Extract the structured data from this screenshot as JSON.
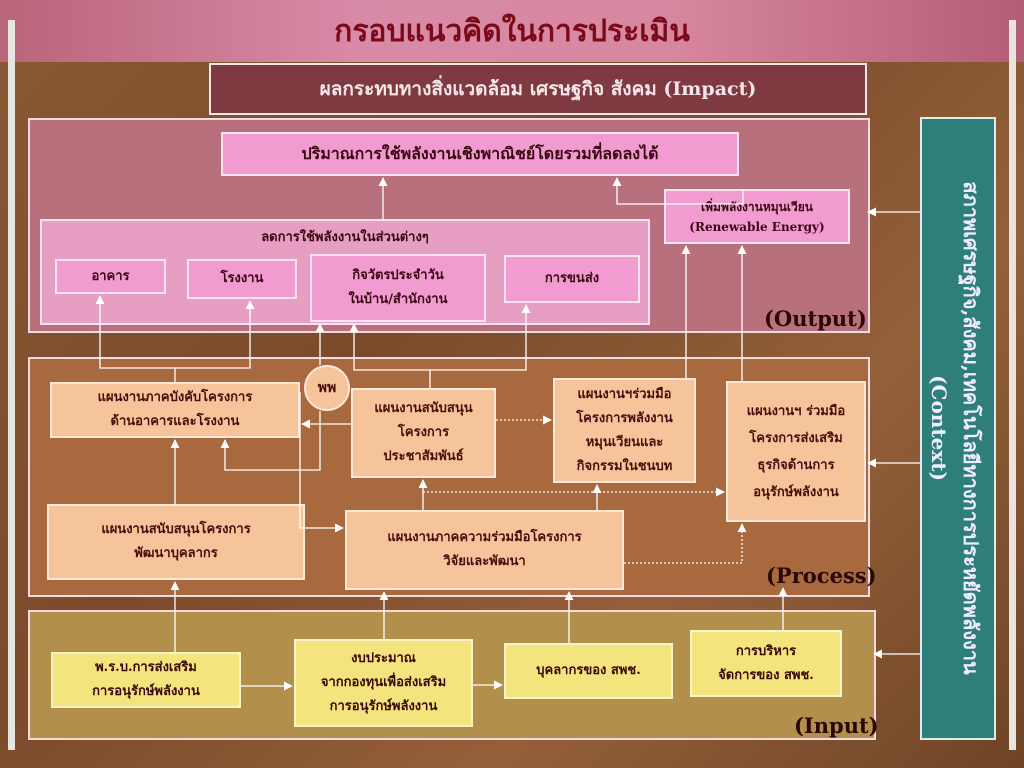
{
  "title": "กรอบแนวคิดในการประเมิน",
  "impact": "ผลกระทบทางสิ่งแวดล้อม เศรษฐกิจ สังคม (Impact)",
  "context": {
    "label": "สภาพเศรษฐกิจ,สังคม,เทคโนโลยีทางการประหยัดพลังงาน",
    "sublabel": "(Context)"
  },
  "output": {
    "label": "(Output)",
    "total_reduction": "ปริมาณการใช้พลังงานเชิงพาณิชย์โดยรวมที่ลดลงได้",
    "renewable": "เพิ่มพลังงานหมุนเวียน\n(Renewable Energy)",
    "sector_group": "ลดการใช้พลังงานในส่วนต่างๆ",
    "sectors": [
      "อาคาร",
      "โรงงาน",
      "กิจวัตรประจำวัน\nในบ้าน/สำนักงาน",
      "การขนส่ง"
    ]
  },
  "process": {
    "label": "(Process)",
    "pp": "พพ",
    "mandatory": "แผนงานภาคบังคับโครงการ\nด้านอาคารและโรงงาน",
    "pr": "แผนงานสนับสนุน\nโครงการ\nประชาสัมพันธ์",
    "renewable_coop": "แผนงานฯร่วมมือ\nโครงการพลังงาน\nหมุนเวียนและ\nกิจกรรมในชนบท",
    "business_coop": "แผนงานฯ ร่วมมือ\nโครงการส่งเสริม\nธุรกิจด้านการ\nอนุรักษ์พลังงาน",
    "personnel": "แผนงานสนับสนุนโครงการ\nพัฒนาบุคลากร",
    "research": "แผนงานภาคความร่วมมือโครงการ\nวิจัยและพัฒนา"
  },
  "input": {
    "label": "(Input)",
    "act": "พ.ร.บ.การส่งเสริม\nการอนุรักษ์พลังงาน",
    "budget": "งบประมาณ\nจากกองทุนเพื่อส่งเสริม\nการอนุรักษ์พลังงาน",
    "staff": "บุคลากรของ สพช.",
    "management": "การบริหาร\nจัดการของ สพช."
  }
}
